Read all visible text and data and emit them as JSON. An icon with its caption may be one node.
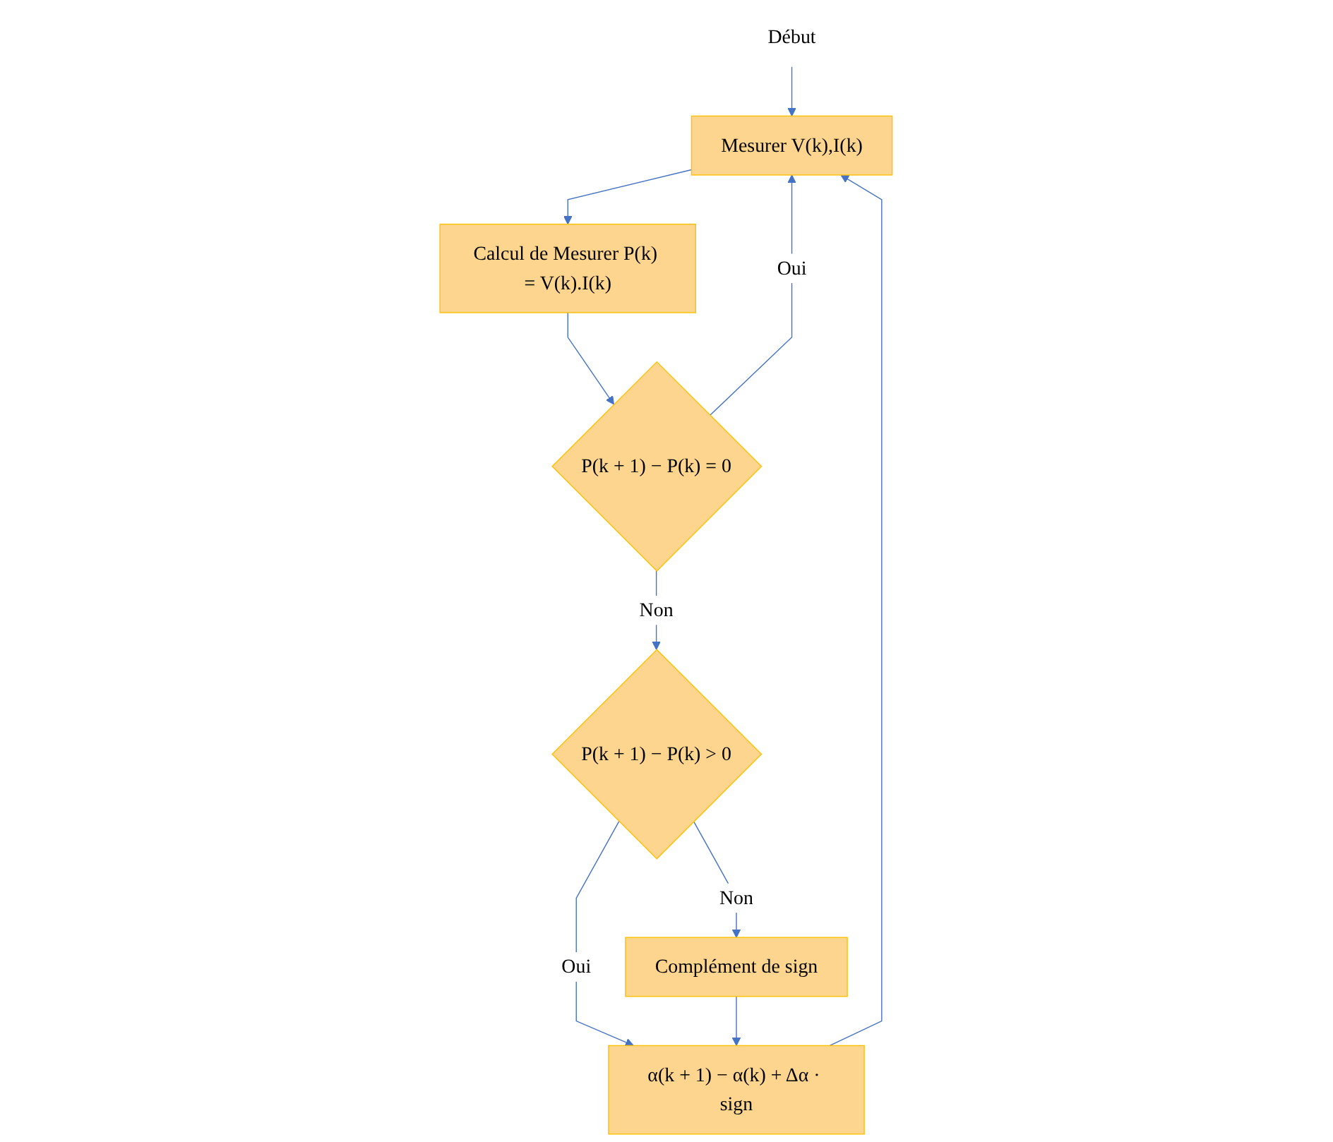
{
  "diagram": {
    "nodes": [
      {
        "text": [
          "Début"
        ]
      },
      {
        "text": [
          "Mesurer V(k),I(k)"
        ]
      },
      {
        "text": [
          "Calcul de Mesurer P(k) = V(k).I(k)"
        ]
      },
      {
        "text": [
          "P(k + 1) − P(k) = 0"
        ]
      },
      {
        "text": [
          "P(k + 1) − P(k) > 0"
        ]
      },
      {
        "text": [
          "Complément de sign"
        ]
      },
      {
        "text": [
          "α(k + 1) − α(k) + Δα · sign"
        ]
      }
    ],
    "edges": [
      {
        "from": 0,
        "to": 1,
        "arrow": "to"
      },
      {
        "from": 1,
        "to": 2,
        "arrow": "to"
      },
      {
        "from": 2,
        "to": 3,
        "arrow": "to"
      },
      {
        "from": 3,
        "to": 4,
        "arrow": "to",
        "label": "Non"
      },
      {
        "from": 3,
        "to": 1,
        "arrow": "to",
        "label": "Oui"
      },
      {
        "from": 4,
        "to": 5,
        "arrow": "to",
        "label": "Non"
      },
      {
        "from": 4,
        "to": 6,
        "arrow": "to",
        "label": "Oui"
      },
      {
        "from": 5,
        "to": 6,
        "arrow": "to"
      },
      {
        "from": 6,
        "to": 1,
        "arrow": "to"
      }
    ]
  }
}
